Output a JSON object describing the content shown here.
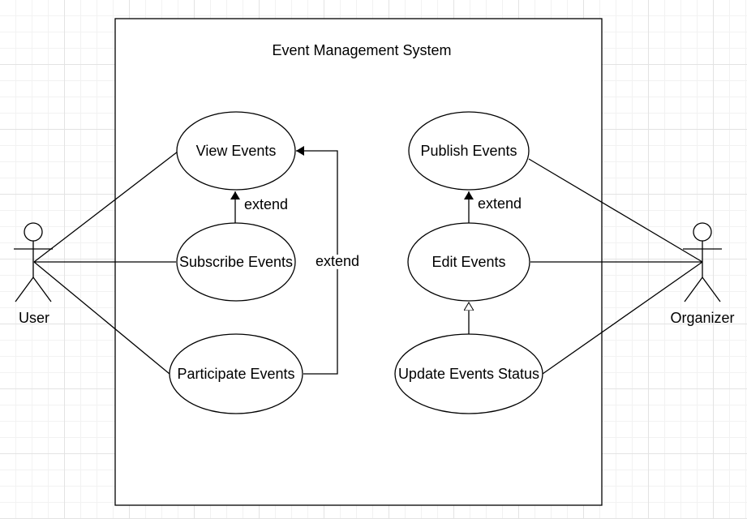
{
  "system": {
    "title": "Event Management System"
  },
  "actors": {
    "user": {
      "label": "User"
    },
    "organizer": {
      "label": "Organizer"
    }
  },
  "use_cases": {
    "view_events": "View Events",
    "subscribe_events": "Subscribe Events",
    "participate_events": "Participate Events",
    "publish_events": "Publish Events",
    "edit_events": "Edit Events",
    "update_events_status": "Update Events Status"
  },
  "relationships": {
    "subscribe_to_view": "extend",
    "participate_to_view": "extend",
    "edit_to_publish": "extend"
  }
}
